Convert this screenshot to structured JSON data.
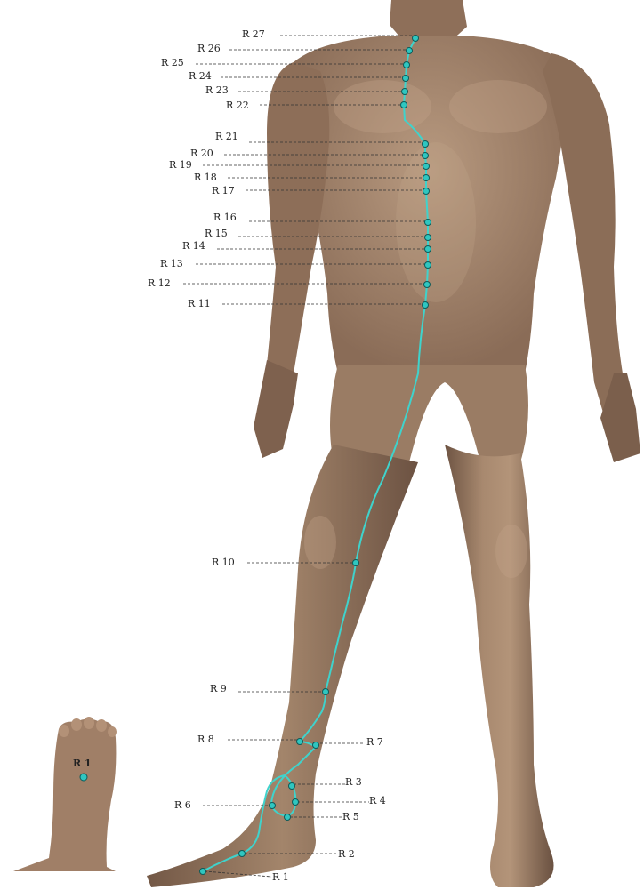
{
  "points": [
    {
      "id": "R.27",
      "label": "R 27"
    },
    {
      "id": "R.26",
      "label": "R 26"
    },
    {
      "id": "R.25",
      "label": "R 25"
    },
    {
      "id": "R.24",
      "label": "R 24"
    },
    {
      "id": "R.23",
      "label": "R 23"
    },
    {
      "id": "R.22",
      "label": "R 22"
    },
    {
      "id": "R.21",
      "label": "R 21"
    },
    {
      "id": "R.20",
      "label": "R 20"
    },
    {
      "id": "R.19",
      "label": "R 19"
    },
    {
      "id": "R.18",
      "label": "R 18"
    },
    {
      "id": "R.17",
      "label": "R 17"
    },
    {
      "id": "R.16",
      "label": "R 16"
    },
    {
      "id": "R.15",
      "label": "R 15"
    },
    {
      "id": "R.14",
      "label": "R 14"
    },
    {
      "id": "R.13",
      "label": "R 13"
    },
    {
      "id": "R.12",
      "label": "R 12"
    },
    {
      "id": "R.11",
      "label": "R 11"
    },
    {
      "id": "R.10",
      "label": "R 10"
    },
    {
      "id": "R.9",
      "label": "R 9"
    },
    {
      "id": "R.8",
      "label": "R 8"
    },
    {
      "id": "R.7",
      "label": "R 7"
    },
    {
      "id": "R.3",
      "label": "R 3"
    },
    {
      "id": "R.4",
      "label": "R 4"
    },
    {
      "id": "R.6",
      "label": "R 6"
    },
    {
      "id": "R.5",
      "label": "R 5"
    },
    {
      "id": "R.2",
      "label": "R 2"
    },
    {
      "id": "R.1",
      "label": "R 1"
    }
  ],
  "foot_inset": {
    "label": "R 1"
  },
  "colors": {
    "channel": "#3fd3cc",
    "skin": "#9c7e68",
    "skin_dark": "#6f5645",
    "point": "#2fc6c0"
  }
}
